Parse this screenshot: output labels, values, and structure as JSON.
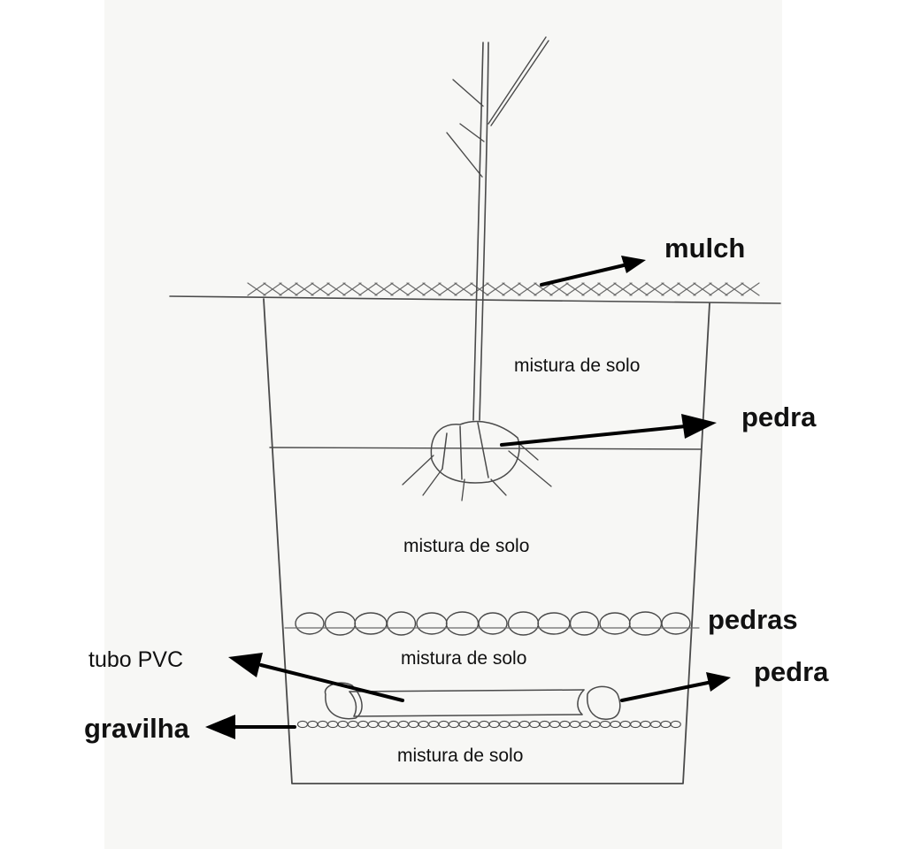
{
  "labels": {
    "mulch": "mulch",
    "pedra_top": "pedra",
    "pedras": "pedras",
    "pedra_bottom": "pedra",
    "tubo_pvc": "tubo PVC",
    "gravilha": "gravilha",
    "soil_1": "mistura de solo",
    "soil_2": "mistura de solo",
    "soil_3": "mistura de solo",
    "soil_4": "mistura de solo"
  }
}
